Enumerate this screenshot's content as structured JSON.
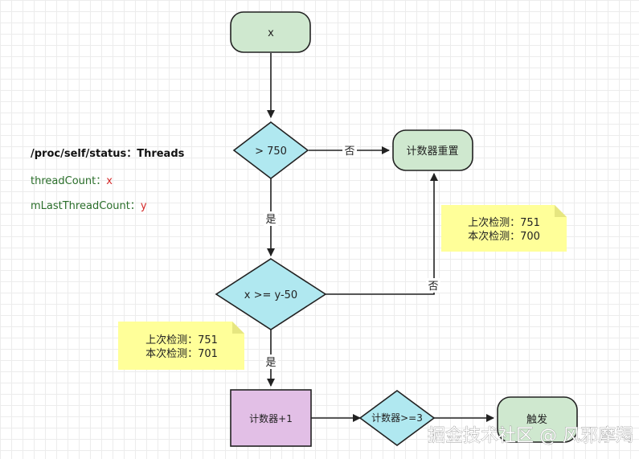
{
  "nodes": {
    "start": "x",
    "decision1": "> 750",
    "reset": "计数器重置",
    "decision2": "x  >= y-50",
    "increment": "计数器+1",
    "decision3": "计数器>=3",
    "trigger": "触发"
  },
  "edge_labels": {
    "no1": "否",
    "yes1": "是",
    "no2": "否",
    "yes2": "是"
  },
  "info": {
    "title": "/proc/self/status：Threads",
    "line1_key": "threadCount：",
    "line1_val": "x",
    "line2_key": "mLastThreadCount：",
    "line2_val": "y"
  },
  "notes": {
    "right": {
      "line1": "上次检测：751",
      "line2": "本次检测：700"
    },
    "left": {
      "line1": "上次检测：751",
      "line2": "本次检测：701"
    }
  },
  "watermark": "掘金技术社区 @ 风邪摩羯",
  "colors": {
    "terminal_fill": "#cfe8cf",
    "decision_fill": "#b0e8f0",
    "process_fill": "#e2bfe6",
    "note_fill": "#ffff99",
    "stroke": "#222222"
  }
}
